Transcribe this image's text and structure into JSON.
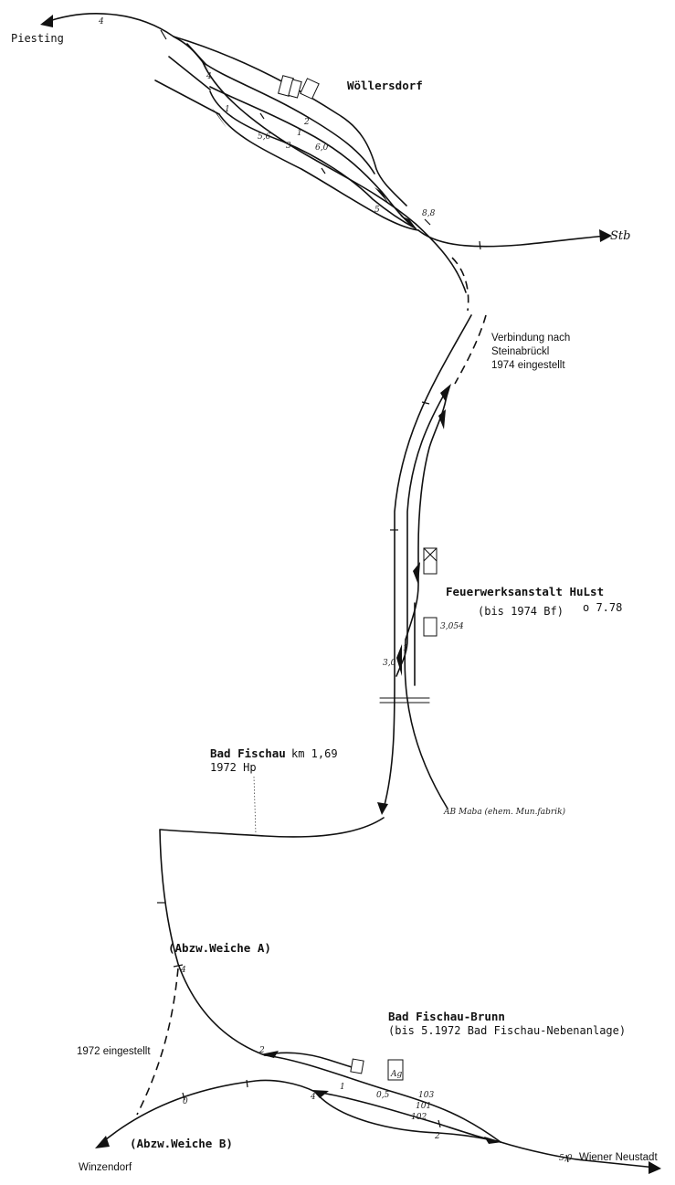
{
  "stations": {
    "woellersdorf": "Wöllersdorf",
    "feuerwerk_name": "Feuerwerksanstalt HuLst",
    "feuerwerk_note": "(bis 1974 Bf)",
    "feuerwerk_date": "o 7.78",
    "badfischau_name": "Bad Fischau",
    "badfischau_km": "km 1,69",
    "badfischau_note": "1972 Hp",
    "brunn_name": "Bad Fischau-Brunn",
    "brunn_note": "(bis 5.1972 Bad Fischau-Nebenanlage)"
  },
  "destinations": {
    "piesting": "Piesting",
    "stb": "Stb",
    "winzendorf": "Winzendorf",
    "wiener_neustadt": "Wiener Neustadt"
  },
  "notes": {
    "verbindung_line1": "Verbindung nach",
    "verbindung_line2": "Steinabrückl",
    "verbindung_line3": "1974 eingestellt",
    "abzw_a": "(Abzw.Weiche A)",
    "abzw_b": "(Abzw.Weiche B)",
    "eingestellt_1972": "1972 eingestellt",
    "siding_label": "AB Maba (ehem. Mun.fabrik)"
  },
  "track_numbers": {
    "w_1": "1",
    "w_2": "2",
    "w_3": "3",
    "w_4": "4",
    "b_1": "1",
    "b_2": "2",
    "b_101": "101",
    "b_102": "102",
    "b_103": "103",
    "f_1": "1"
  },
  "km_marks": {
    "k_4_top": "4",
    "k_5_6": "5,6",
    "k_6_0": "6,0",
    "k_5_w": "5",
    "k_8_8": "8,8",
    "k_3_0": "3,0",
    "k_3_054": "3,054",
    "k_2": "2",
    "k_4_a": "4",
    "k_0_5": "0,5",
    "k_5_0": "5,0",
    "k_4_b": "4",
    "k_0": "0"
  },
  "buildings": {
    "b_ag": "Ag"
  }
}
